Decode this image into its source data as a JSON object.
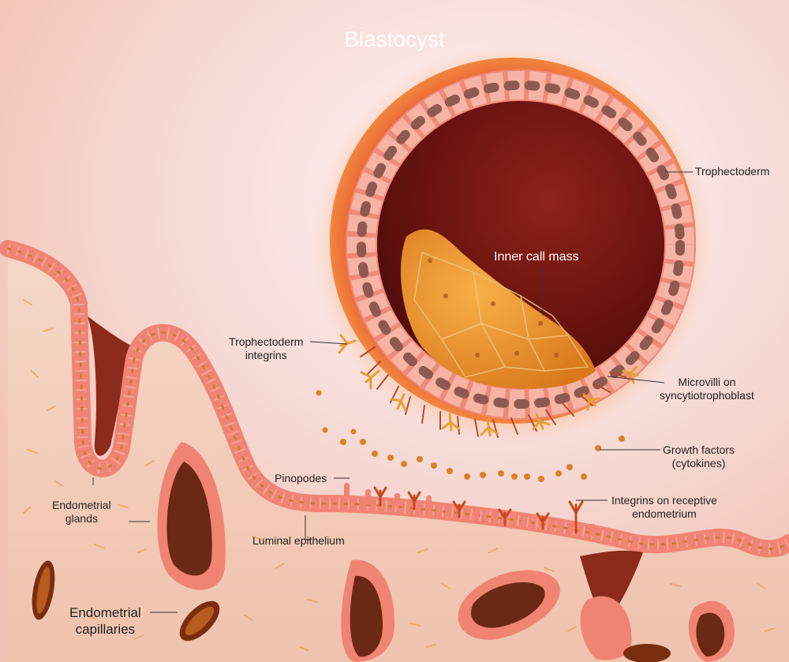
{
  "title": "Blastocyst",
  "labels": {
    "trophectoderm": "Trophectoderm",
    "inner_cell_mass": "Inner call mass",
    "trophectoderm_integrins": [
      "Trophectoderm",
      "integrins"
    ],
    "microvilli": [
      "Microvilli on",
      "syncytiotrophoblast"
    ],
    "growth_factors": [
      "Growth factors",
      "(cytokines)"
    ],
    "pinopodes": "Pinopodes",
    "integrins_receptive": [
      "Integrins on receptive",
      "endometrium"
    ],
    "endometrial_glands": [
      "Endometrial",
      "glands"
    ],
    "luminal_epithelium": "Luminal epithelium",
    "endometrial_capillaries": [
      "Endometrial",
      "capillaries"
    ]
  },
  "colors": {
    "background": "#f6d9cc",
    "epithelium": "#f3897a",
    "cell_nucleus": "#8a5a50",
    "cavity": "#7a1a14",
    "inner_cell_mass": "#e8952a",
    "halo": "#f08a3a",
    "capillary": "#6b2410"
  }
}
